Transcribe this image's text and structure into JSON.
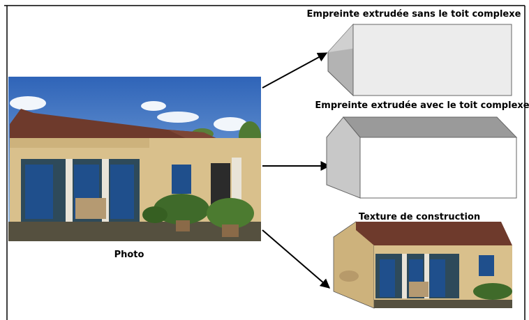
{
  "labels": {
    "top": "Empreinte extrudée sans le toit complexe",
    "middle": "Empreinte extrudée avec le toit complexe",
    "bottom": "Texture de construction",
    "photo": "Photo"
  },
  "colors": {
    "frame": "#000000",
    "sky": "#3f78c8",
    "wall": "#d9c08c",
    "roof": "#6e3a2c",
    "door": "#1f4f8c",
    "box_front": "#eeeeee",
    "box_side": "#b8b8b8",
    "box_top": "#d6d6d6",
    "arrow": "#000000"
  }
}
